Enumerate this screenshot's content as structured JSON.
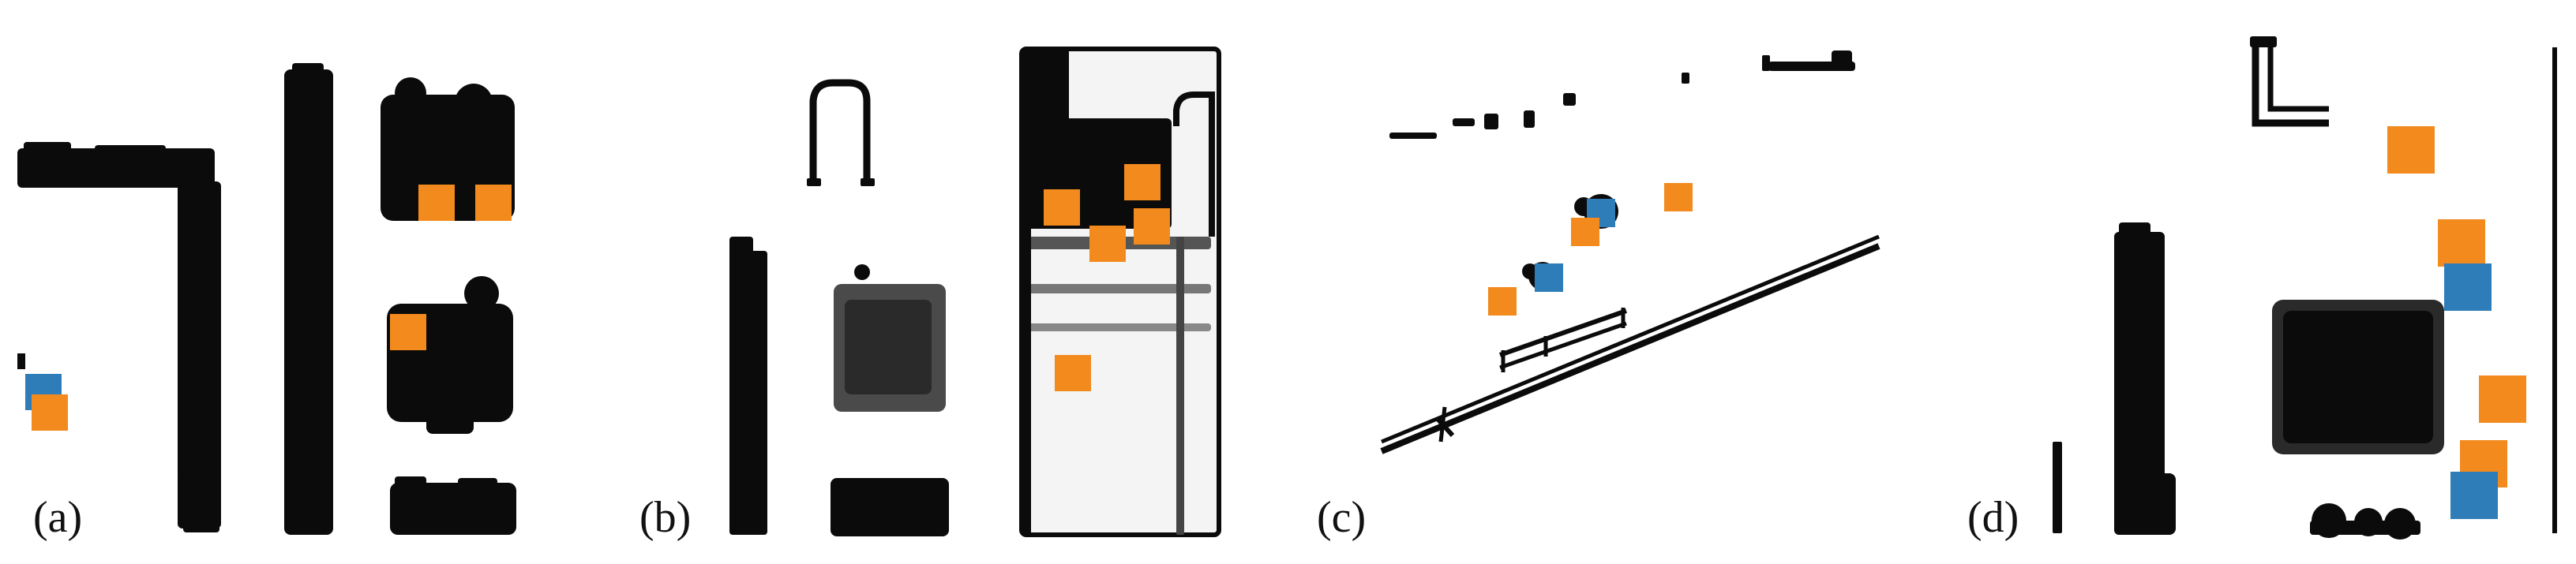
{
  "figure": {
    "panels": [
      {
        "id": "a",
        "label": "(a)"
      },
      {
        "id": "b",
        "label": "(b)"
      },
      {
        "id": "c",
        "label": "(c)"
      },
      {
        "id": "d",
        "label": "(d)"
      }
    ]
  },
  "colors": {
    "point_cloud": "#0b0b0b",
    "marker_orange": "#f28a1e",
    "marker_blue": "#2f7db8",
    "background": "#ffffff"
  }
}
